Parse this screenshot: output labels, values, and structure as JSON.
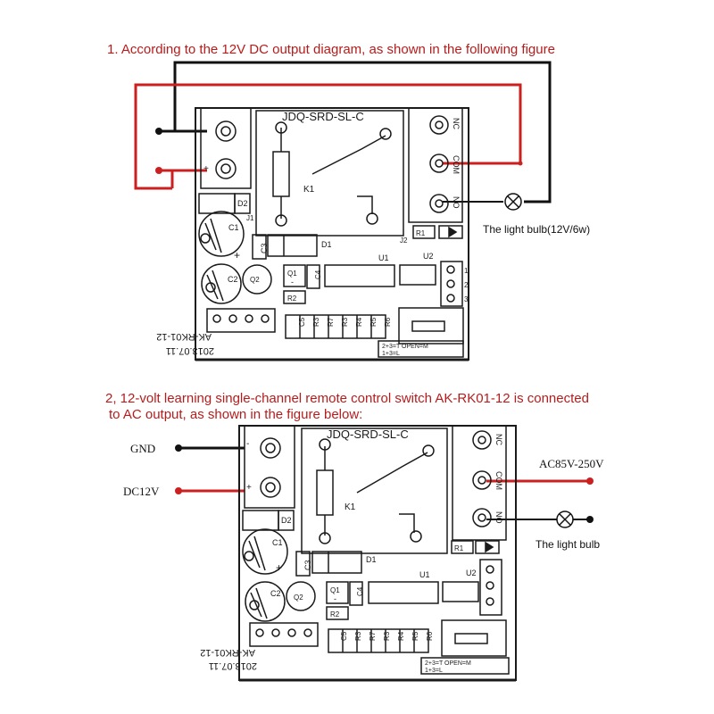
{
  "captions": {
    "first": "1. According to the 12V DC output diagram, as shown in the following figure",
    "second_line1": "2, 12-volt learning single-channel remote control switch AK-RK01-12 is connected",
    "second_line2": "to AC output, as shown in the figure below:"
  },
  "relay_label": "JDQ-SRD-SL-C",
  "board_model": "AK-RK01-12",
  "board_date": "2013.07.11",
  "terminal_labels": {
    "nc": "NC",
    "com": "COM",
    "no": "NO",
    "minus": "-",
    "plus": "+"
  },
  "components": {
    "k1": "K1",
    "d1": "D1",
    "d2": "D2",
    "c1": "C1",
    "c2": "C2",
    "c3": "C3",
    "c4": "C4",
    "u1": "U1",
    "u2": "U2",
    "q1": "Q1",
    "q2": "Q2",
    "r1": "R1",
    "r2": "R2",
    "r3": "R3",
    "r4": "R4",
    "r5": "R5",
    "r6": "R6",
    "r7": "R7",
    "c5": "C5",
    "j1": "J1",
    "j2": "J2",
    "pin1": "1",
    "pin2": "2",
    "pin3": "3"
  },
  "mode_labels": {
    "line1": "2+3=T  OPEN=M",
    "line2": "1+3=L"
  },
  "diagram1": {
    "bulb_label": "The light bulb(12V/6w)"
  },
  "diagram2": {
    "gnd_label": "GND",
    "dc_label": "DC12V",
    "ac_label": "AC85V-250V",
    "bulb_label": "The light bulb"
  },
  "colors": {
    "caption": "#b71c1c",
    "wire_red": "#cc1f1f",
    "wire_black": "#111111",
    "board_line": "#1a1a1a"
  }
}
